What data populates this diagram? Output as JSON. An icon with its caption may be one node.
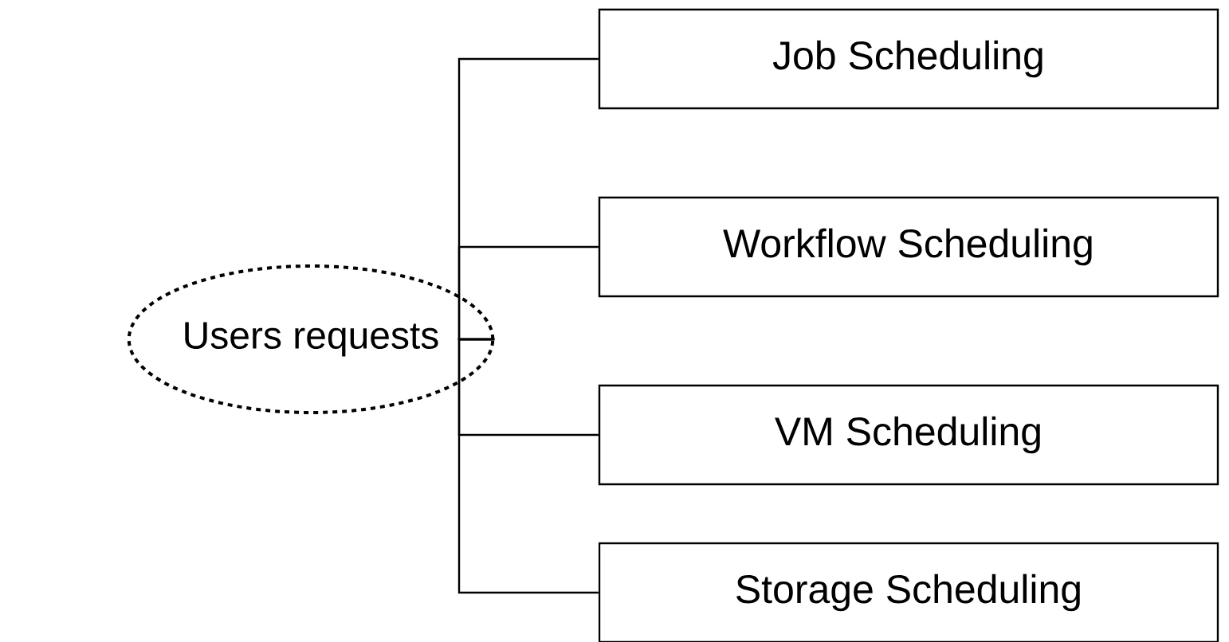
{
  "diagram": {
    "nodes": [
      {
        "text": [
          "Users requests"
        ]
      },
      {
        "text": [
          "Job Scheduling"
        ]
      },
      {
        "text": [
          "Workflow Scheduling"
        ]
      },
      {
        "text": [
          "VM Scheduling"
        ]
      },
      {
        "text": [
          "Storage Scheduling"
        ]
      }
    ],
    "edges": [
      {
        "from": 0,
        "to": 1,
        "arrow": "none"
      },
      {
        "from": 0,
        "to": 2,
        "arrow": "none"
      },
      {
        "from": 0,
        "to": 3,
        "arrow": "none"
      },
      {
        "from": 0,
        "to": 4,
        "arrow": "none"
      }
    ]
  }
}
